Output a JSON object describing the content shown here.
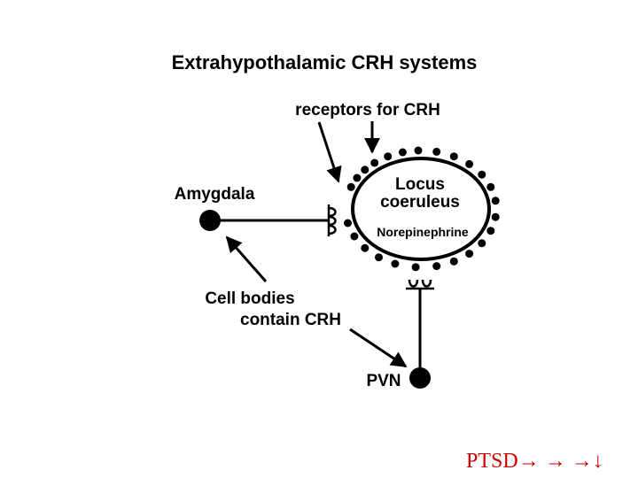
{
  "diagram": {
    "title": "Extrahypothalamic CRH systems",
    "receptors_label": "receptors for CRH",
    "amygdala_label": "Amygdala",
    "locus_line1": "Locus",
    "locus_line2": "coeruleus",
    "norepinephrine_label": "Norepinephrine",
    "cell_bodies_line1": "Cell bodies",
    "cell_bodies_line2": "contain CRH",
    "pvn_label": "PVN"
  },
  "footer": {
    "text": "PTSD→ → →↓",
    "color": "#cc0000"
  }
}
